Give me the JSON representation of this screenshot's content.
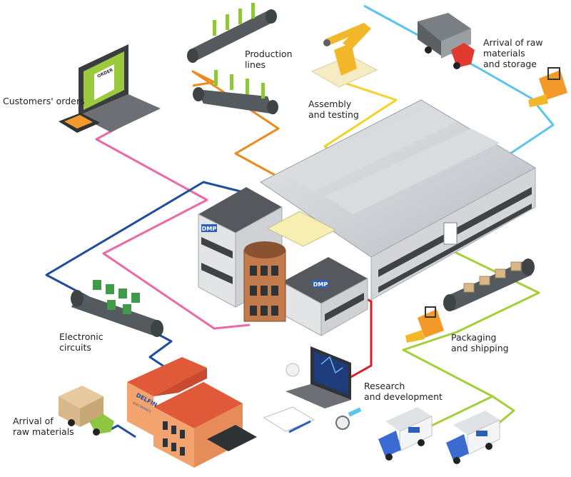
{
  "labels": {
    "customers_orders": "Customers' orders",
    "production_lines": [
      "Production",
      "lines"
    ],
    "assembly_testing": [
      "Assembly",
      "and testing"
    ],
    "arrival_raw_storage": [
      "Arrival of raw",
      "materials",
      "and storage"
    ],
    "electronic_circuits": [
      "Electronic",
      "circuits"
    ],
    "arrival_raw": [
      "Arrival of",
      "raw materials"
    ],
    "research_development": [
      "Research",
      "and development"
    ],
    "packaging_shipping": [
      "Packaging",
      "and shipping"
    ]
  },
  "signage": {
    "factory_logo": "DMP",
    "order_sheet": "ORDER",
    "delfin_logo": "DELFIN",
    "delfin_sub": "ELECTRONICS"
  },
  "colors": {
    "pink_line": "#e96aa6",
    "orange_line": "#ec8a1d",
    "yellow_line": "#f4d22a",
    "cyan_line": "#5bc4ea",
    "blue_line": "#1f4e9c",
    "red_line": "#d42027",
    "green_line": "#a5cf3a"
  }
}
